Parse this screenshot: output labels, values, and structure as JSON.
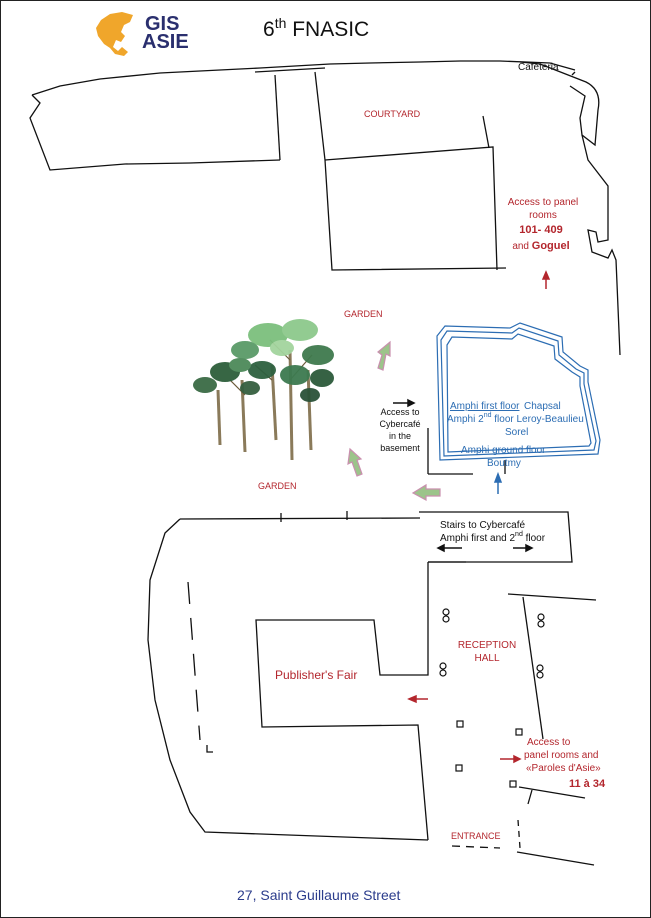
{
  "logo": {
    "line1": "GIS",
    "line2": "ASIE"
  },
  "title": {
    "main": "6",
    "sup": "th",
    "rest": " FNASIC"
  },
  "colors": {
    "red": "#b3262d",
    "blue": "#2c6db3",
    "navy": "#2b3c8c",
    "logo_orange": "#f0a62b",
    "logo_navy": "#2a2f6e",
    "black": "#111111",
    "green": "#8fb87b",
    "pink": "#c98fae"
  },
  "labels": {
    "cafeteria": "Cafeteria",
    "courtyard": "COURTYARD",
    "access_panel": {
      "l1": "Access to panel",
      "l2": "rooms",
      "l3": "101- 409",
      "l4": "and",
      "l5": "Goguel"
    },
    "garden_top": "GARDEN",
    "garden_left": "GARDEN",
    "access_cyber": {
      "l1": "Access to",
      "l2": "Cybercafé",
      "l3": "in the",
      "l4": "basement"
    },
    "amphi": {
      "l1a": "Amphi first floor",
      "l1b": "Chapsal",
      "l2a": "Amphi 2",
      "l2sup": "nd",
      "l2b": " floor Leroy-Beaulieu",
      "l3": "Sorel",
      "l4": "Amphi ground floor",
      "l5": "Boutmy"
    },
    "stairs": {
      "l1": "Stairs to Cybercafé",
      "l2a": "Amphi first and 2",
      "l2sup": "nd",
      "l2b": " floor"
    },
    "reception": {
      "l1": "RECEPTION",
      "l2": "HALL"
    },
    "publishers_fair": "Publisher's Fair",
    "access_panel2": {
      "l1": "Access to",
      "l2": "panel rooms and",
      "l3": "«Paroles d'Asie»",
      "l4": "11 à 34"
    },
    "entrance": "ENTRANCE",
    "street": "27, Saint Guillaume Street"
  }
}
